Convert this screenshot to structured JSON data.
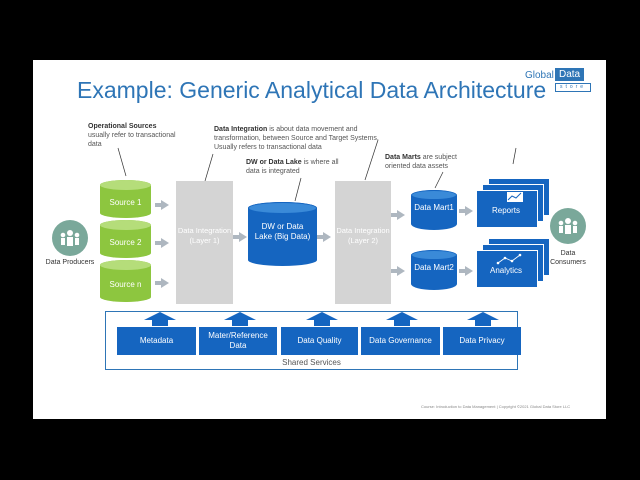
{
  "title": "Example: Generic Analytical Data Architecture",
  "logo": {
    "part1": "Global",
    "part2": "Data",
    "part3": "store"
  },
  "notes": {
    "operational_bold": "Operational Sources",
    "operational_rest": "usually refer to transactional data",
    "integration_bold": "Data Integration",
    "integration_rest": " is about data movement  and transformation, between Source and Target Systems. Usually refers to transactional data",
    "dw_bold": "DW or Data Lake",
    "dw_rest": " is where all data is integrated",
    "marts_bold": "Data Marts",
    "marts_rest": "  are subject oriented data assets"
  },
  "producers_label": "Data Producers",
  "consumers_label": "Data Consumers",
  "sources": [
    "Source 1",
    "Source 2",
    "Source n"
  ],
  "integration1": "Data Integration (Layer 1)",
  "integration2": "Data Integration (Layer 2)",
  "dw": "DW or Data Lake (Big Data)",
  "marts": [
    "Data Mart1",
    "Data Mart2"
  ],
  "outputs": [
    "Reports",
    "Analytics"
  ],
  "services": [
    "Metadata",
    "Mater/Reference Data",
    "Data Quality",
    "Data Governance",
    "Data Privacy"
  ],
  "shared_services": "Shared Services",
  "footer": "Course: Introduction to Data Management | Copyright ©2021 Global Data Store LLC",
  "colors": {
    "blue": "#1565c0",
    "green": "#8dc63f",
    "teal": "#7aa89a",
    "grey": "#d4d4d4"
  }
}
